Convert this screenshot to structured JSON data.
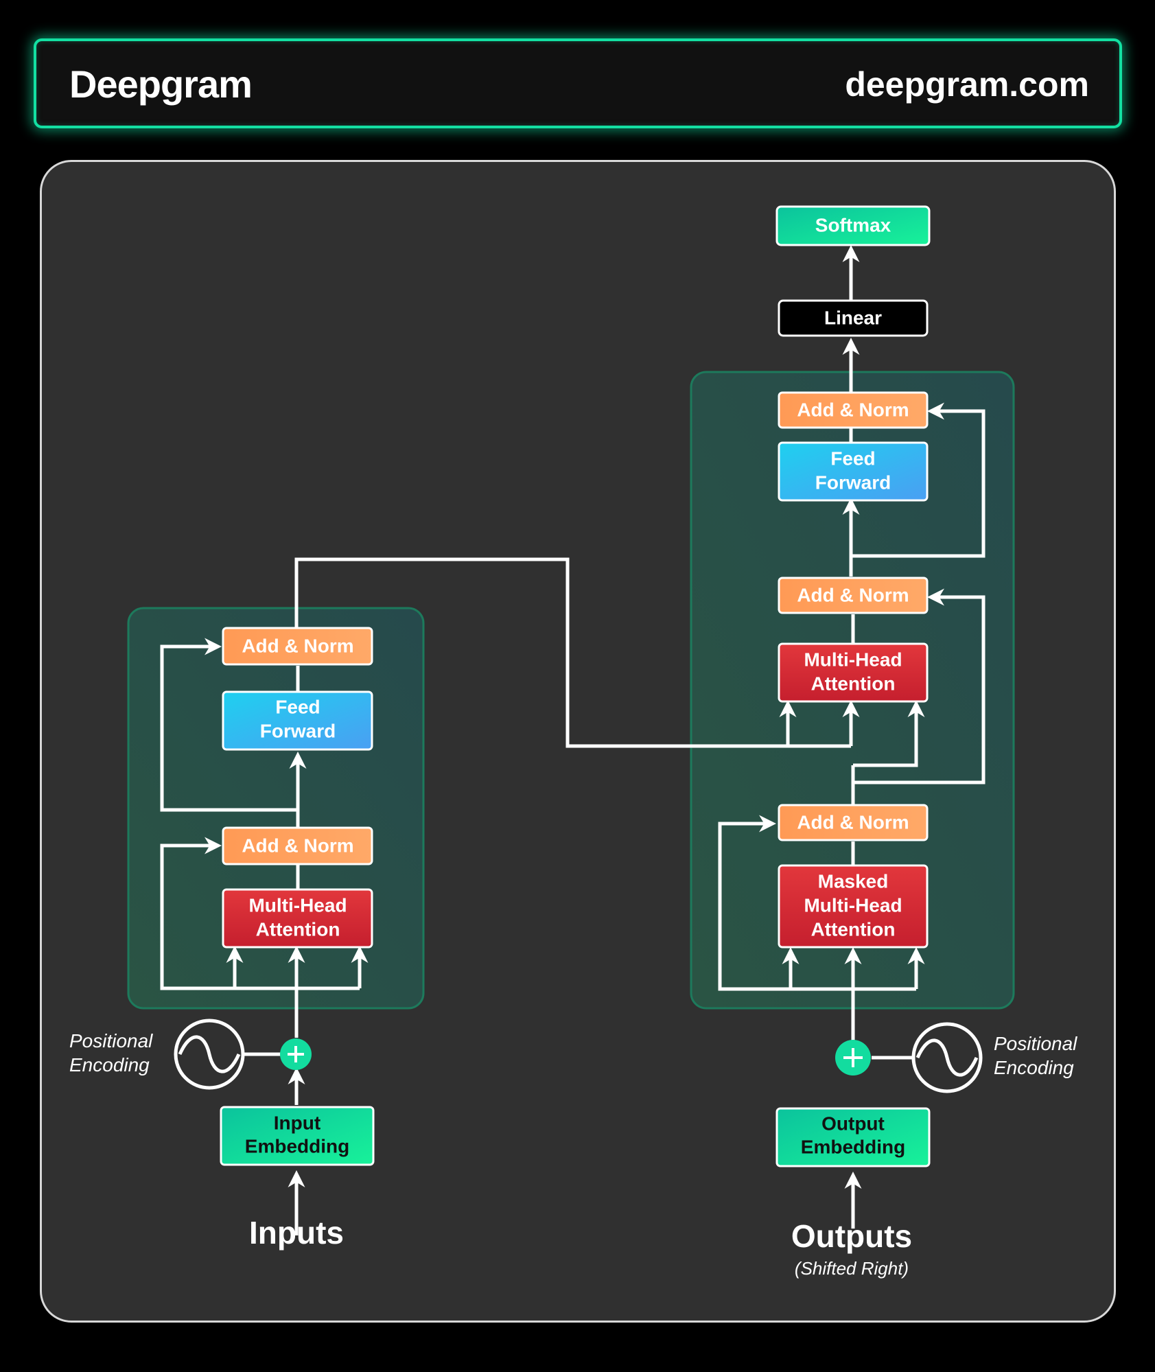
{
  "header": {
    "logo": "Deepgram",
    "site": "deepgram.com"
  },
  "encoder": {
    "add_norm_top": "Add & Norm",
    "feed_forward": [
      "Feed",
      "Forward"
    ],
    "add_norm_bottom": "Add & Norm",
    "attention": [
      "Multi-Head",
      "Attention"
    ],
    "embedding": [
      "Input",
      "Embedding"
    ],
    "positional": [
      "Positional",
      "Encoding"
    ],
    "input_label": "Inputs"
  },
  "decoder": {
    "softmax": "Softmax",
    "linear": "Linear",
    "add_norm_top": "Add & Norm",
    "feed_forward": [
      "Feed",
      "Forward"
    ],
    "add_norm_mid": "Add & Norm",
    "attention": [
      "Multi-Head",
      "Attention"
    ],
    "add_norm_bottom": "Add & Norm",
    "masked_attention": [
      "Masked",
      "Multi-Head",
      "Attention"
    ],
    "embedding": [
      "Output",
      "Embedding"
    ],
    "positional": [
      "Positional",
      "Encoding"
    ],
    "output_label": "Outputs",
    "output_sublabel": "(Shifted Right)"
  },
  "colors": {
    "accent": "#13e0a2",
    "add_norm": "#ff9f57",
    "feed_forward": "#2ab0f0",
    "attention": "#d92b35",
    "embedding": "#10d49a",
    "linear": "#000000",
    "block_bg": "#28564a"
  }
}
